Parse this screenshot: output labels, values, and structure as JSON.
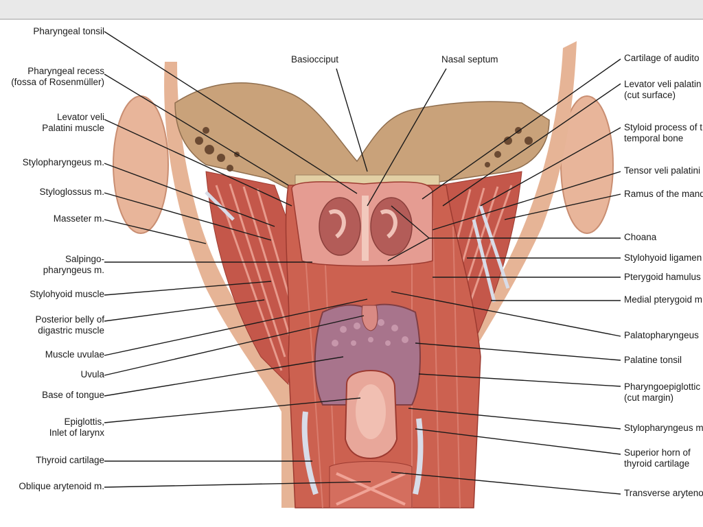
{
  "colors": {
    "skin": "#e8b59a",
    "bone": "#c9a27a",
    "muscle": "#c4574a",
    "muscle_dark": "#9c3a30",
    "mucosa": "#d98a84",
    "tongue": "#a8748c",
    "fascia": "#d8dce8",
    "line": "#1a1a1a"
  },
  "labels_left": [
    {
      "id": "pharyngeal-tonsil",
      "text": "Pharyngeal tonsil"
    },
    {
      "id": "pharyngeal-recess",
      "text": "Pharyngeal recess\n(fossa of Rosenmüller)"
    },
    {
      "id": "levator-veli-palatini-muscle",
      "text": "Levator veli\nPalatini muscle"
    },
    {
      "id": "stylopharyngeus-m-upper",
      "text": "Stylopharyngeus m."
    },
    {
      "id": "styloglossus-m",
      "text": "Styloglossus m."
    },
    {
      "id": "masseter-m",
      "text": "Masseter m."
    },
    {
      "id": "salpingopharyngeus-m",
      "text": "Salpingo-\npharyngeus m."
    },
    {
      "id": "stylohyoid-muscle",
      "text": "Stylohyoid muscle"
    },
    {
      "id": "posterior-belly-digastric",
      "text": "Posterior belly of\ndigastric muscle"
    },
    {
      "id": "muscle-uvulae",
      "text": "Muscle uvulae"
    },
    {
      "id": "uvula",
      "text": "Uvula"
    },
    {
      "id": "base-of-tongue",
      "text": "Base of tongue"
    },
    {
      "id": "epiglottis",
      "text": "Epiglottis,\nInlet of larynx"
    },
    {
      "id": "thyroid-cartilage",
      "text": "Thyroid cartilage"
    },
    {
      "id": "oblique-arytenoid-m",
      "text": "Oblique arytenoid m."
    }
  ],
  "labels_top": [
    {
      "id": "basiocciput",
      "text": "Basiocciput"
    },
    {
      "id": "nasal-septum",
      "text": "Nasal septum"
    }
  ],
  "labels_right": [
    {
      "id": "cartilage-auditory",
      "text": "Cartilage of audito"
    },
    {
      "id": "levator-veli-palatini-cut",
      "text": "Levator veli palatin\n(cut surface)"
    },
    {
      "id": "styloid-process",
      "text": "Styloid process of t\ntemporal bone"
    },
    {
      "id": "tensor-veli-palatini",
      "text": "Tensor veli palatini"
    },
    {
      "id": "ramus-mandible",
      "text": "Ramus of the mand"
    },
    {
      "id": "choana",
      "text": "Choana"
    },
    {
      "id": "stylohyoid-ligament",
      "text": "Stylohyoid ligamen"
    },
    {
      "id": "pterygoid-hamulus",
      "text": "Pterygoid hamulus"
    },
    {
      "id": "medial-pterygoid",
      "text": "Medial pterygoid m"
    },
    {
      "id": "palatopharyngeus",
      "text": "Palatopharyngeus"
    },
    {
      "id": "palatine-tonsil",
      "text": "Palatine tonsil"
    },
    {
      "id": "pharyngoepiglottic",
      "text": "Pharyngoepiglottic\n(cut margin)"
    },
    {
      "id": "stylopharyngeus-m-lower",
      "text": "Stylopharyngeus m"
    },
    {
      "id": "superior-horn-thyroid",
      "text": "Superior horn of\nthyroid cartilage"
    },
    {
      "id": "transverse-arytenoid",
      "text": "Transverse aryteno"
    }
  ]
}
